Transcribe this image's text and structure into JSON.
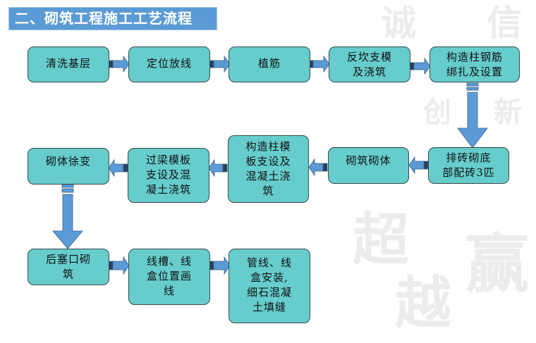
{
  "title": "二、砌筑工程施工工艺流程",
  "watermark": [
    "诚",
    "信",
    "创",
    "新",
    "超",
    "越",
    "赢"
  ],
  "colors": {
    "title_bg": "#5B9BD5",
    "box_fill": "#66CCCC",
    "box_border": "#3a4a4a",
    "arrow": "#5B9BD5"
  },
  "steps": [
    {
      "id": 1,
      "label": "清洗基层"
    },
    {
      "id": 2,
      "label": "定位放线"
    },
    {
      "id": 3,
      "label": "植筋"
    },
    {
      "id": 4,
      "label": "反坎支模\n及浇筑"
    },
    {
      "id": 5,
      "label": "构造柱钢筋\n绑扎及设置"
    },
    {
      "id": 6,
      "label": "排砖砌底\n部配砖3匹"
    },
    {
      "id": 7,
      "label": "砌筑砌体"
    },
    {
      "id": 8,
      "label": "构造柱模\n板支设及\n混凝土浇\n筑"
    },
    {
      "id": 9,
      "label": "过梁模板\n支设及混\n凝土浇筑"
    },
    {
      "id": 10,
      "label": "砌体徐变"
    },
    {
      "id": 11,
      "label": "后塞口砌\n筑"
    },
    {
      "id": 12,
      "label": "线槽、线\n盒位置画\n线"
    },
    {
      "id": 13,
      "label": "管线、线\n盒安装,\n细石混凝\n土填缝"
    }
  ]
}
